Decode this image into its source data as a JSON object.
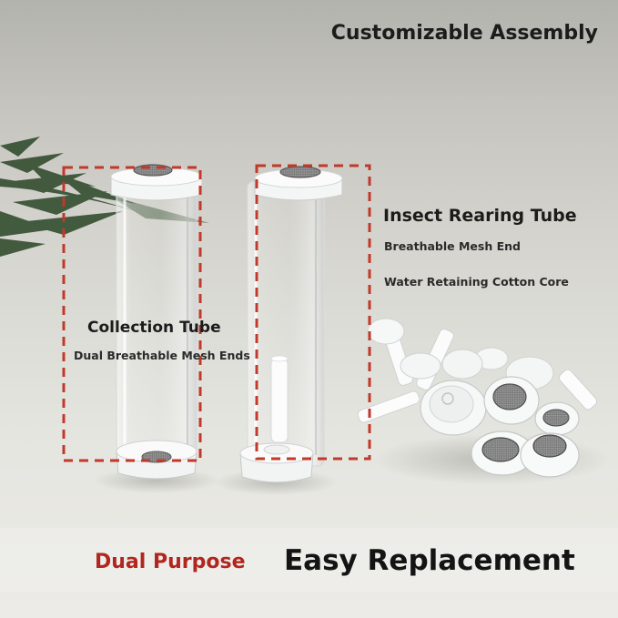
{
  "headline": "Customizable Assembly",
  "insect_tube": {
    "title": "Insect Rearing Tube",
    "features": [
      "Breathable Mesh End",
      "Water Retaining Cotton Core"
    ]
  },
  "collection_tube": {
    "title": "Collection Tube",
    "features": [
      "Dual Breathable Mesh Ends"
    ]
  },
  "tagline": {
    "accent": "Dual Purpose",
    "main": "Easy Replacement"
  },
  "colors": {
    "accent_red": "#b2261f",
    "text_dark": "#1c1c1c",
    "dashed_box": "#c0392b"
  }
}
